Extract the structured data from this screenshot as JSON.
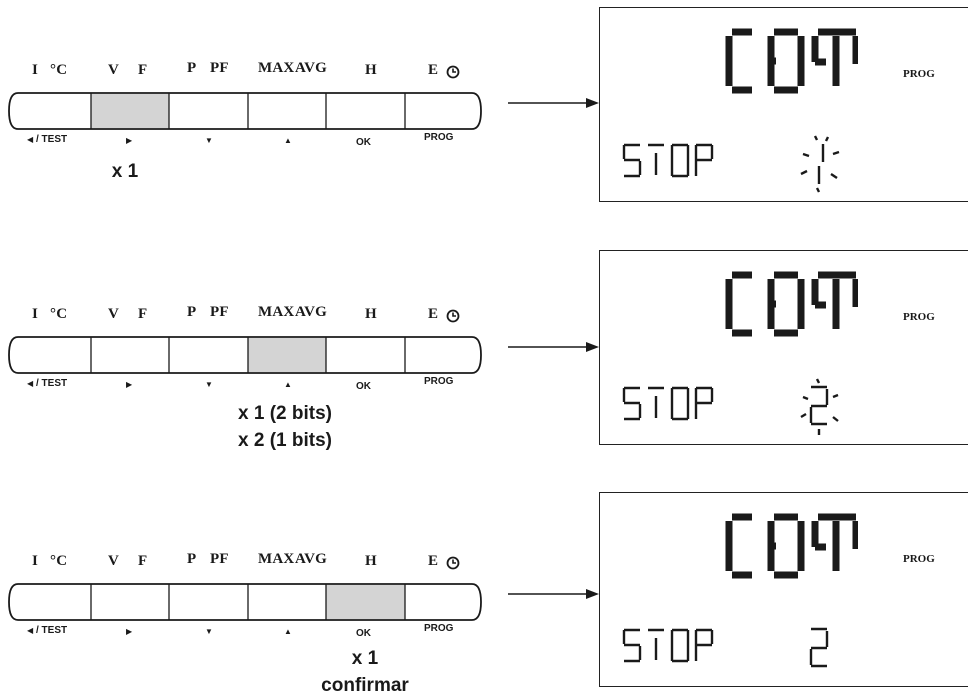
{
  "keypad": {
    "labels": [
      "I",
      "°C",
      "V",
      "F",
      "P",
      "PF",
      "MAX",
      "AVG",
      "H",
      "E"
    ],
    "sublabels": [
      "/ TEST",
      "OK",
      "PROG"
    ],
    "clock_icon": "clock-icon",
    "arrow_icons": [
      "left-arrow-icon",
      "right-arrow-icon",
      "down-arrow-icon",
      "up-arrow-icon"
    ]
  },
  "rows": [
    {
      "active_key": "V F",
      "caption_lines": [
        "x 1"
      ],
      "lcd": {
        "top": "COM",
        "bottom_left": "STOP",
        "value": "1",
        "blinking": true,
        "prog": "PROG"
      }
    },
    {
      "active_key": "MAX AVG",
      "caption_lines": [
        "x 1 (2 bits)",
        "x 2 (1 bits)"
      ],
      "lcd": {
        "top": "COM",
        "bottom_left": "STOP",
        "value": "2",
        "blinking": true,
        "prog": "PROG"
      }
    },
    {
      "active_key": "H",
      "caption_lines": [
        "x 1",
        "confirmar"
      ],
      "lcd": {
        "top": "COM",
        "bottom_left": "STOP",
        "value": "2",
        "blinking": false,
        "prog": "PROG"
      }
    }
  ],
  "colors": {
    "highlight": "#d4d4d4",
    "ink": "#1a1a1a"
  }
}
